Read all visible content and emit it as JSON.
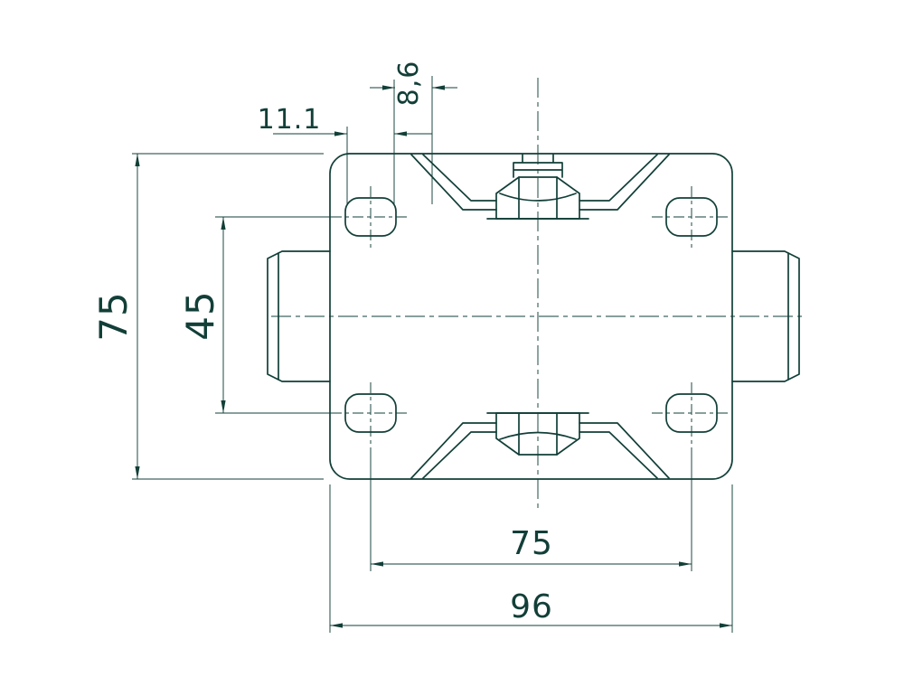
{
  "drawing": {
    "kind": "technical-drawing",
    "subject": "caster-top-view",
    "colors": {
      "line": "#123f38",
      "background": "#ffffff"
    },
    "dims": {
      "height_overall": "75",
      "hole_spacing_v": "45",
      "slot_width": "11.1",
      "slot_offset": "8,6",
      "hole_spacing_h": "75",
      "plate_width": "96"
    }
  }
}
